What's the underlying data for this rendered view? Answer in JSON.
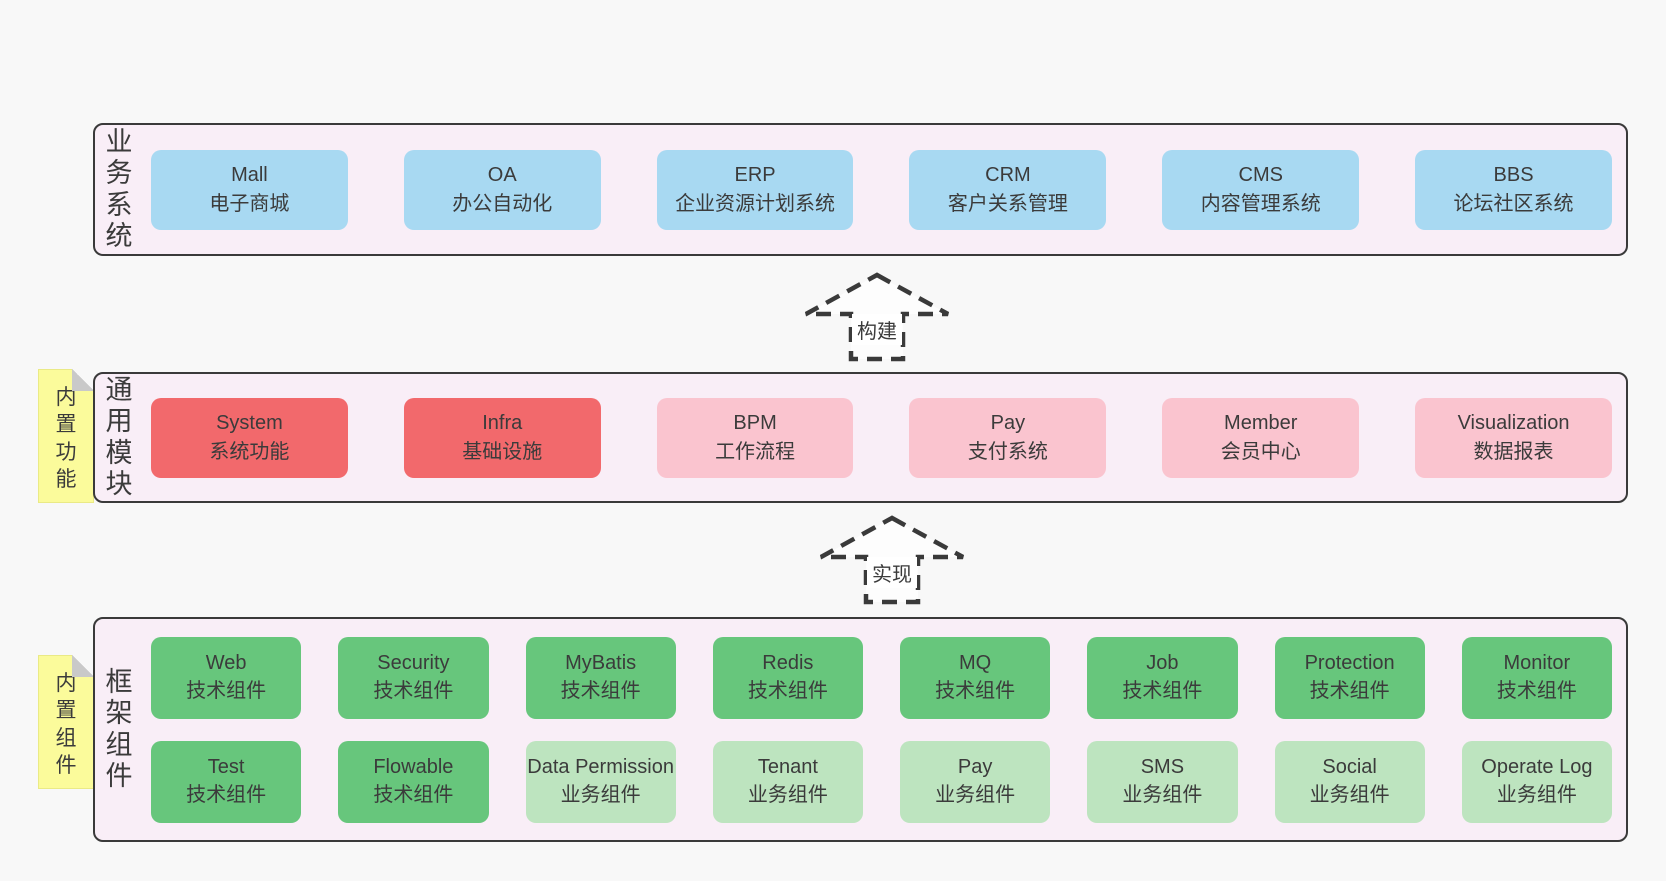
{
  "colors": {
    "page_bg": "#f8f8f8",
    "panel_bg": "#f9eef7",
    "panel_border": "#3a3a3a",
    "blue_box": "#a8d9f2",
    "red_box": "#f2696c",
    "pink_box": "#fac4cf",
    "green_box": "#67c67c",
    "light_green_box": "#bde4bf",
    "tag_bg": "#fbfb9b",
    "tag_fold": "#c9c9c9",
    "text": "#3b3b3b"
  },
  "arrows": [
    {
      "label": "构建"
    },
    {
      "label": "实现"
    }
  ],
  "layers": [
    {
      "label": "业务系统",
      "boxes": [
        {
          "name": "Mall",
          "desc": "电子商城",
          "style": "blue"
        },
        {
          "name": "OA",
          "desc": "办公自动化",
          "style": "blue"
        },
        {
          "name": "ERP",
          "desc": "企业资源计划系统",
          "style": "blue"
        },
        {
          "name": "CRM",
          "desc": "客户关系管理",
          "style": "blue"
        },
        {
          "name": "CMS",
          "desc": "内容管理系统",
          "style": "blue"
        },
        {
          "name": "BBS",
          "desc": "论坛社区系统",
          "style": "blue"
        }
      ]
    },
    {
      "label": "通用模块",
      "tag": "内置功能",
      "boxes": [
        {
          "name": "System",
          "desc": "系统功能",
          "style": "red"
        },
        {
          "name": "Infra",
          "desc": "基础设施",
          "style": "red"
        },
        {
          "name": "BPM",
          "desc": "工作流程",
          "style": "pink"
        },
        {
          "name": "Pay",
          "desc": "支付系统",
          "style": "pink"
        },
        {
          "name": "Member",
          "desc": "会员中心",
          "style": "pink"
        },
        {
          "name": "Visualization",
          "desc": "数据报表",
          "style": "pink"
        }
      ]
    },
    {
      "label": "框架组件",
      "tag": "内置组件",
      "rows": [
        [
          {
            "name": "Web",
            "desc": "技术组件",
            "style": "green"
          },
          {
            "name": "Security",
            "desc": "技术组件",
            "style": "green"
          },
          {
            "name": "MyBatis",
            "desc": "技术组件",
            "style": "green"
          },
          {
            "name": "Redis",
            "desc": "技术组件",
            "style": "green"
          },
          {
            "name": "MQ",
            "desc": "技术组件",
            "style": "green"
          },
          {
            "name": "Job",
            "desc": "技术组件",
            "style": "green"
          },
          {
            "name": "Protection",
            "desc": "技术组件",
            "style": "green"
          },
          {
            "name": "Monitor",
            "desc": "技术组件",
            "style": "green"
          }
        ],
        [
          {
            "name": "Test",
            "desc": "技术组件",
            "style": "green"
          },
          {
            "name": "Flowable",
            "desc": "技术组件",
            "style": "green"
          },
          {
            "name": "Data Permission",
            "desc": "业务组件",
            "style": "lgreen"
          },
          {
            "name": "Tenant",
            "desc": "业务组件",
            "style": "lgreen"
          },
          {
            "name": "Pay",
            "desc": "业务组件",
            "style": "lgreen"
          },
          {
            "name": "SMS",
            "desc": "业务组件",
            "style": "lgreen"
          },
          {
            "name": "Social",
            "desc": "业务组件",
            "style": "lgreen"
          },
          {
            "name": "Operate Log",
            "desc": "业务组件",
            "style": "lgreen"
          }
        ]
      ]
    }
  ]
}
